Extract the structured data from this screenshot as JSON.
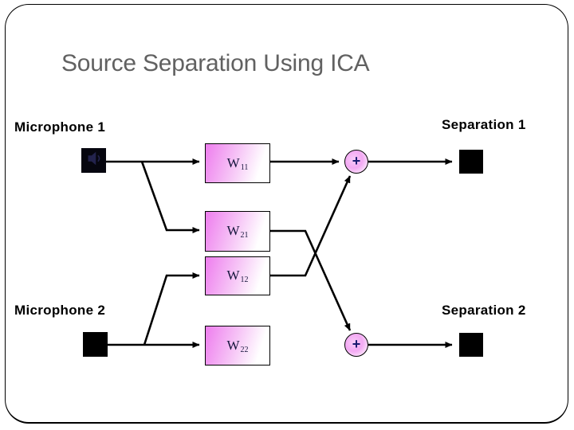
{
  "slide": {
    "title": "Source Separation Using ICA"
  },
  "labels": {
    "microphone1": "Microphone 1",
    "separation1": "Separation 1",
    "microphone2": "Microphone 2",
    "separation2": "Separation 2"
  },
  "weights": {
    "w11": {
      "base": "W",
      "sub": "11"
    },
    "w21": {
      "base": "W",
      "sub": "21"
    },
    "w12": {
      "base": "W",
      "sub": "12"
    },
    "w22": {
      "base": "W",
      "sub": "22"
    }
  },
  "sums": {
    "sum1": "+",
    "sum2": "+"
  },
  "icons": {
    "microphone1": "speaker-icon"
  },
  "colors": {
    "title_text": "#616161",
    "weight_box_pink": "#ee7dee",
    "sum_circle_pink": "#f3a9f3",
    "plus_sign": "#1a1a70",
    "line": "#000000",
    "node_black": "#000000"
  }
}
